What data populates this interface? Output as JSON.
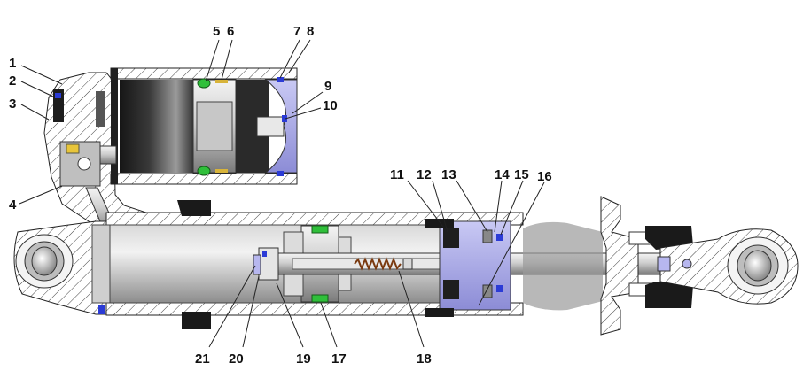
{
  "callouts": {
    "n1": "1",
    "n2": "2",
    "n3": "3",
    "n4": "4",
    "n5": "5",
    "n6": "6",
    "n7": "7",
    "n8": "8",
    "n9": "9",
    "n10": "10",
    "n11": "11",
    "n12": "12",
    "n13": "13",
    "n14": "14",
    "n15": "15",
    "n16": "16",
    "n17": "17",
    "n18": "18",
    "n19": "19",
    "n20": "20",
    "n21": "21"
  },
  "colors": {
    "hatch": "#333333",
    "steel_light": "#e6e6e6",
    "steel_dark": "#6f6f6f",
    "reservoir_dark": "#1e1e1e",
    "blue_part": "#b7b7ef",
    "green_seal": "#2fbf3a",
    "bushing_black": "#1a1a1a",
    "brass": "#d8b43a"
  }
}
